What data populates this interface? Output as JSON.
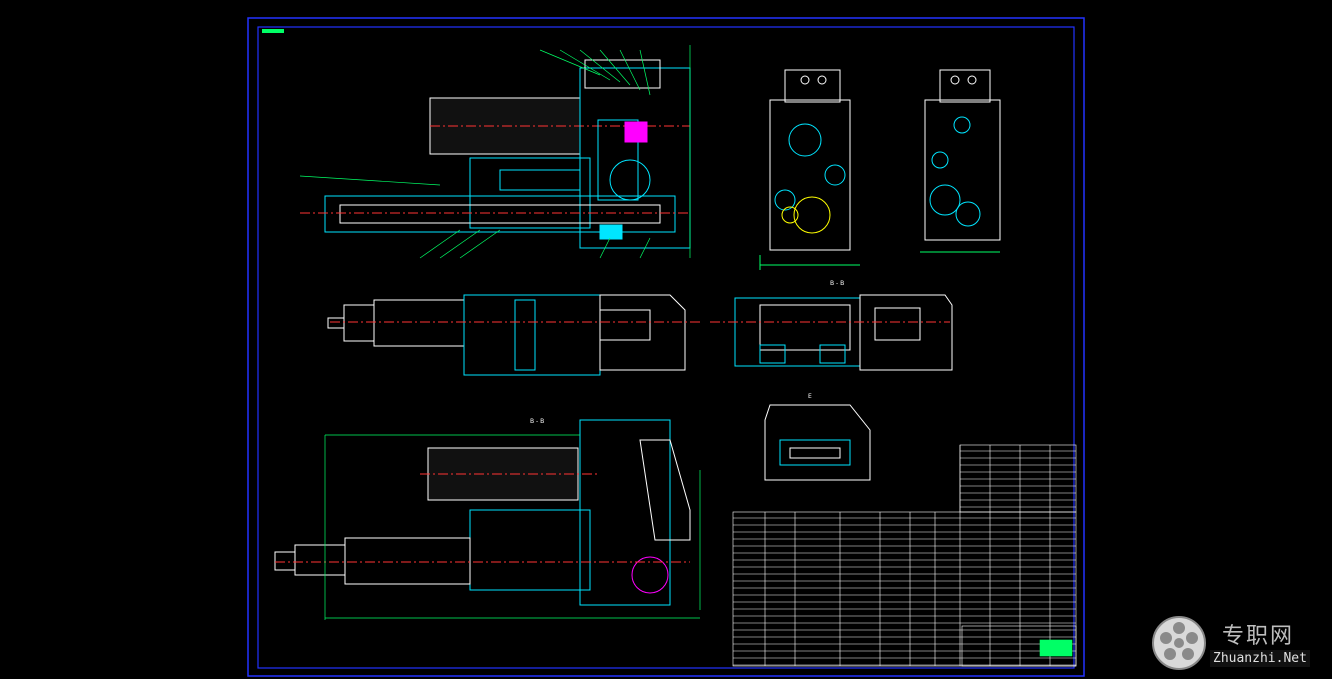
{
  "drawing": {
    "background": "#000000",
    "frame_color": "#2233ff",
    "line_color": "#ffffff",
    "dim_color": "#00ff66",
    "section_color": "#00e5ff",
    "center_color": "#ff3333",
    "highlight_color": "#ff00ff",
    "label_color": "#ffff00"
  },
  "views": {
    "section_b": "B - B",
    "view_e": "E",
    "section_b2": "B - B"
  },
  "watermark": {
    "cn_text": "专职网",
    "en_text": "Zhuanzhi.Net"
  }
}
